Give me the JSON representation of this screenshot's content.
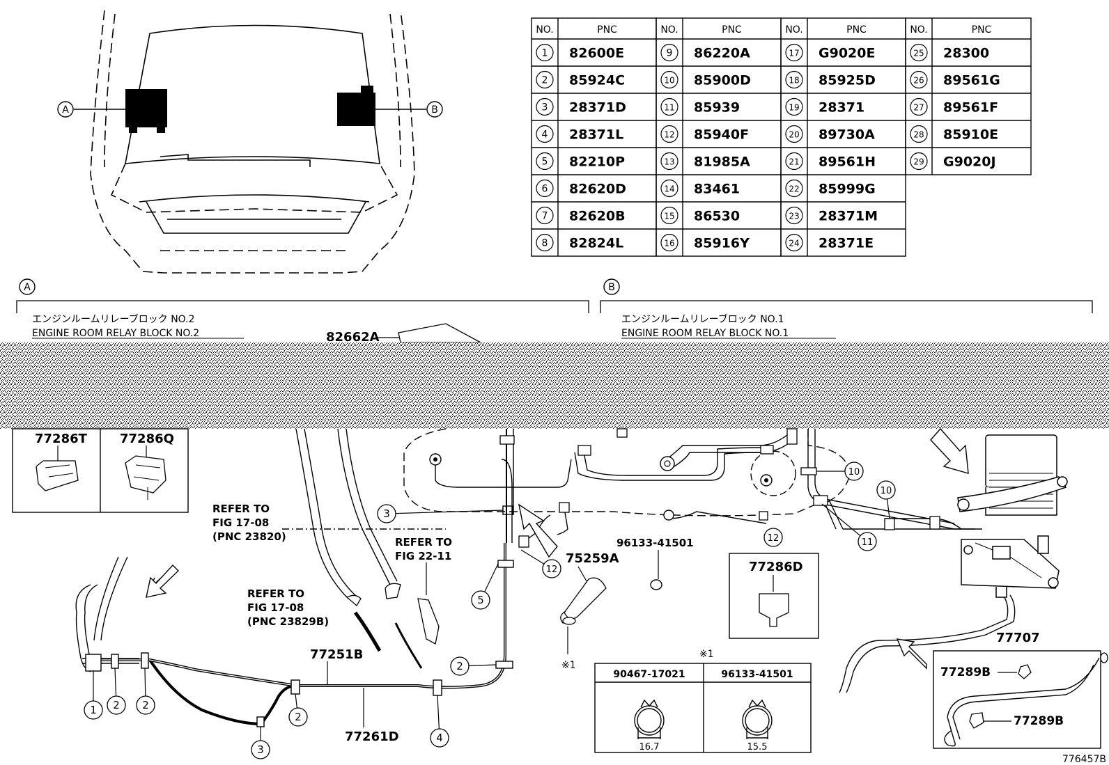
{
  "table": {
    "headers": {
      "no": "NO.",
      "pnc": "PNC"
    },
    "rows": [
      {
        "no": "1",
        "pnc": "82600E"
      },
      {
        "no": "2",
        "pnc": "85924C"
      },
      {
        "no": "3",
        "pnc": "28371D"
      },
      {
        "no": "4",
        "pnc": "28371L"
      },
      {
        "no": "5",
        "pnc": "82210P"
      },
      {
        "no": "6",
        "pnc": "82620D"
      },
      {
        "no": "7",
        "pnc": "82620B"
      },
      {
        "no": "8",
        "pnc": "82824L"
      },
      {
        "no": "9",
        "pnc": "86220A"
      },
      {
        "no": "10",
        "pnc": "85900D"
      },
      {
        "no": "11",
        "pnc": "85939"
      },
      {
        "no": "12",
        "pnc": "85940F"
      },
      {
        "no": "13",
        "pnc": "81985A"
      },
      {
        "no": "14",
        "pnc": "83461"
      },
      {
        "no": "15",
        "pnc": "86530"
      },
      {
        "no": "16",
        "pnc": "85916Y"
      },
      {
        "no": "17",
        "pnc": "G9020E"
      },
      {
        "no": "18",
        "pnc": "85925D"
      },
      {
        "no": "19",
        "pnc": "28371"
      },
      {
        "no": "20",
        "pnc": "89730A"
      },
      {
        "no": "21",
        "pnc": "89561H"
      },
      {
        "no": "22",
        "pnc": "85999G"
      },
      {
        "no": "23",
        "pnc": "28371M"
      },
      {
        "no": "24",
        "pnc": "28371E"
      },
      {
        "no": "25",
        "pnc": "28300"
      },
      {
        "no": "26",
        "pnc": "89561G"
      },
      {
        "no": "27",
        "pnc": "89561F"
      },
      {
        "no": "28",
        "pnc": "85910E"
      },
      {
        "no": "29",
        "pnc": "G9020J"
      }
    ]
  },
  "overview": {
    "callout_a": "A",
    "callout_b": "B"
  },
  "section_a": {
    "marker": "A",
    "title_jp": "エンジンルームリレーブロック NO.2",
    "title_en": "ENGINE ROOM RELAY BLOCK NO.2",
    "part_top": "82662A",
    "box_left": "77286T",
    "box_right": "77286Q",
    "refer1": [
      "REFER TO",
      "FIG 17-08",
      "(PNC 23820)"
    ],
    "refer2": [
      "REFER TO",
      "FIG 22-11"
    ],
    "refer3": [
      "REFER TO",
      "FIG 17-08",
      "(PNC 23829B)"
    ],
    "part_mid": "77251B",
    "part_low": "77261D"
  },
  "section_b": {
    "marker": "B",
    "title_jp": "エンジンルームリレーブロック NO.1",
    "title_en": "ENGINE ROOM RELAY BLOCK NO.1",
    "hose": "75259A",
    "clamp": "96133-41501",
    "note_mark": "※1",
    "box_part": "77286D",
    "right_part": "77707",
    "right_clip1": "77289B",
    "right_clip2": "77289B"
  },
  "note_table": {
    "title": "※1",
    "col1": "90467-17021",
    "col2": "96133-41501",
    "dim1": "16.7",
    "dim2": "15.5"
  },
  "bubbles_low": [
    "1",
    "2",
    "2",
    "3",
    "2",
    "4",
    "2",
    "5",
    "3",
    "12",
    "10",
    "10",
    "11",
    "12"
  ],
  "figure_id": "776457B"
}
